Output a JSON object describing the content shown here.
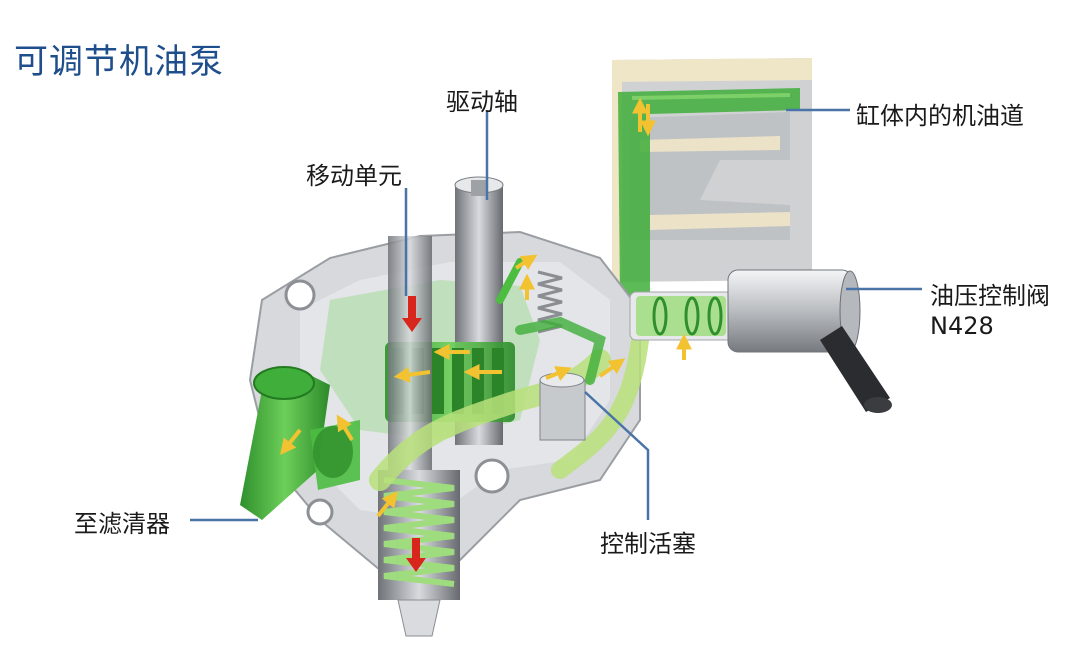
{
  "title": "可调节机油泵",
  "labels": {
    "drive_shaft": "驱动轴",
    "moving_unit": "移动单元",
    "cylinder_oil_channel": "缸体内的机油道",
    "pressure_valve_line1": "油压控制阀",
    "pressure_valve_line2": "N428",
    "to_filter": "至滤清器",
    "control_piston": "控制活塞"
  },
  "colors": {
    "title": "#1f4e8c",
    "leader_line": "#4a74a8",
    "oil_green": "#3fae3a",
    "oil_light_green": "#b8e07a",
    "flow_arrow": "#f2c230",
    "pressure_arrow": "#d9261c",
    "metal": "#c9ccd0",
    "casting_beige": "#efe6c8"
  }
}
